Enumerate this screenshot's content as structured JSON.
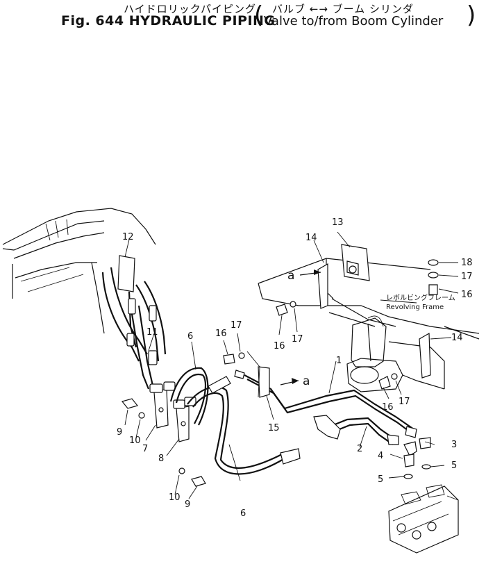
{
  "title": {
    "japanese": "ハイドロリックパイピング",
    "main": "Fig. 644 HYDRAULIC PIPING",
    "subtitle_japanese": "バルブ ←→ ブーム シリンダ",
    "subtitle": "Valve to/from Boom Cylinder"
  },
  "frame_label": {
    "japanese": "レボルビングフレーム",
    "english": "Revolving Frame"
  },
  "callouts": {
    "c1": "1",
    "c2": "2",
    "c3": "3",
    "c4": "4",
    "c5a": "5",
    "c5b": "5",
    "c6a": "6",
    "c6b": "6",
    "c7": "7",
    "c8": "8",
    "c9a": "9",
    "c9b": "9",
    "c10a": "10",
    "c10b": "10",
    "c11": "11",
    "c12": "12",
    "c13": "13",
    "c14a": "14",
    "c14b": "14",
    "c15": "15",
    "c16a": "16",
    "c16b": "16",
    "c16c": "16",
    "c16d": "16",
    "c17a": "17",
    "c17b": "17",
    "c17c": "17",
    "c17d": "17",
    "c18": "18",
    "a1": "a",
    "a2": "a"
  }
}
